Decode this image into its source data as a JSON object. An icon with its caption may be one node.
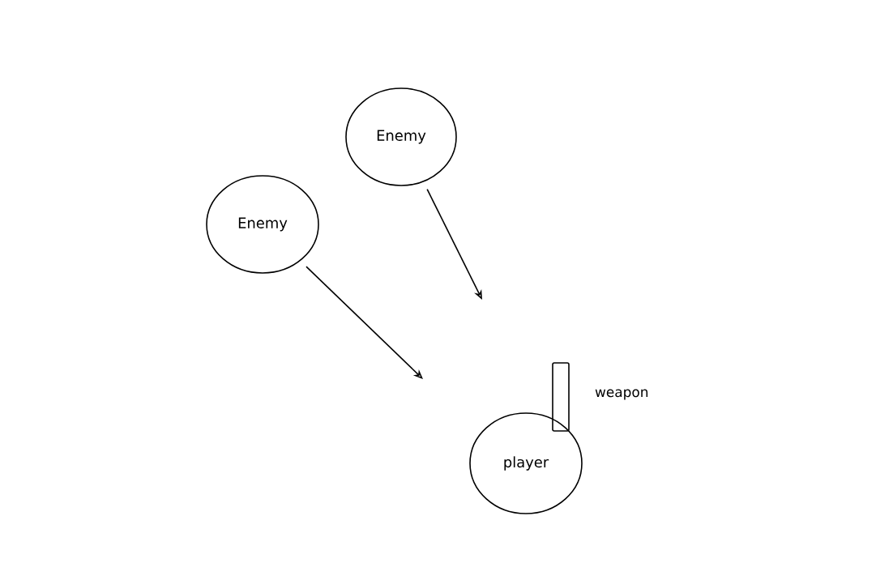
{
  "diagram": {
    "nodes": [
      {
        "text": [
          "Enemy"
        ]
      },
      {
        "text": [
          "Enemy"
        ]
      },
      {
        "text": [
          "player"
        ]
      },
      {
        "text": [],
        "shape": "box",
        "beside": [
          "weapon"
        ]
      }
    ],
    "edges": [
      {
        "from": 0,
        "to": null,
        "arrow": "to"
      },
      {
        "from": 1,
        "to": null,
        "arrow": "to"
      }
    ]
  }
}
